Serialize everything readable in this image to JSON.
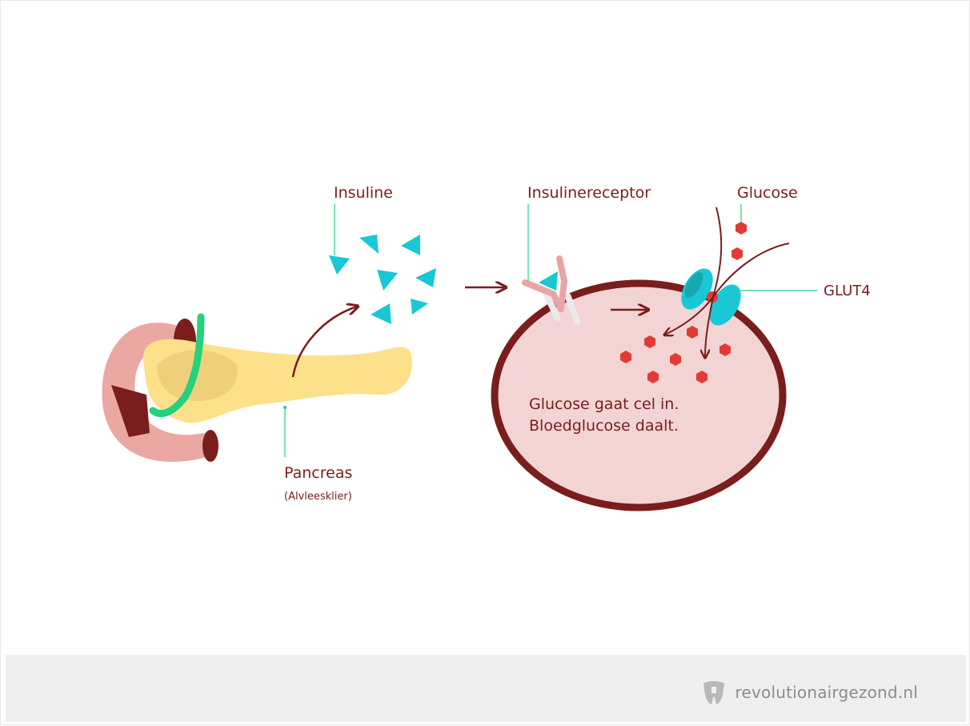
{
  "labels": {
    "insuline": "Insuline",
    "insulinereceptor": "Insulinereceptor",
    "glucose": "Glucose",
    "glut4": "GLUT4",
    "pancreas": "Pancreas",
    "alvleesklier": "(Alvleesklier)",
    "cell_line1": "Glucose gaat cel in.",
    "cell_line2": "Bloedglucose daalt."
  },
  "footer": {
    "brand": "revolutionairgezond.nl",
    "logo_icon": "tooth-icon"
  },
  "colors": {
    "dark_red": "#7a1d1d",
    "cell_fill": "#f2d4d4",
    "pancreas": "#fde08a",
    "insulin": "#19c8d4",
    "glucose": "#e23b35",
    "duodenum": "#eba7a1",
    "duct": "#25d07e"
  }
}
